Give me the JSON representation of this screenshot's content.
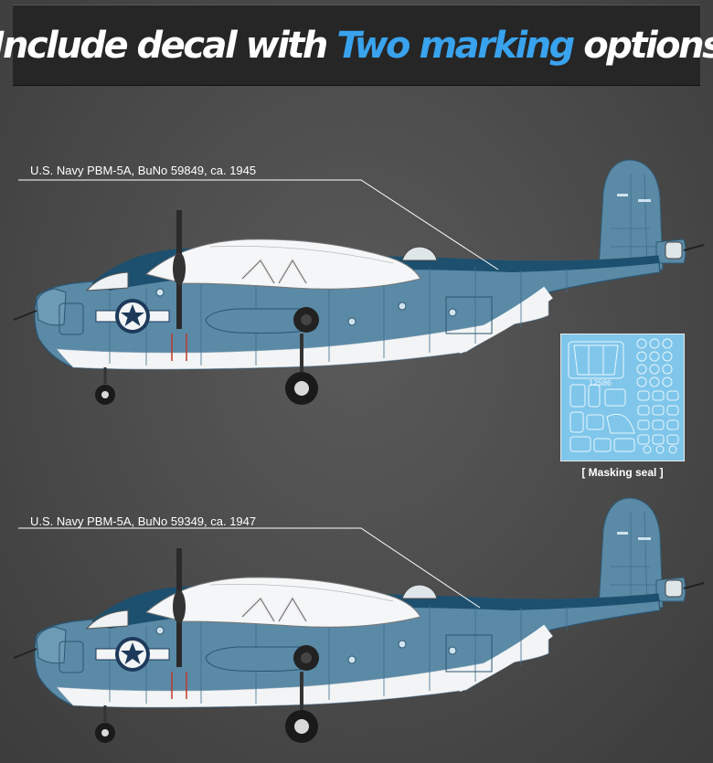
{
  "banner": {
    "title_part1": "Include decal with ",
    "title_highlight": "Two marking",
    "title_part2": " options"
  },
  "options": [
    {
      "label": "U.S. Navy PBM-5A, BuNo 59849, ca. 1945"
    },
    {
      "label": "U.S. Navy PBM-5A, BuNo 59349, ca. 1947"
    }
  ],
  "masking": {
    "caption": "[ Masking seal ]",
    "sheet_number": "12586"
  },
  "colors": {
    "navy_dark": "#1d4f6e",
    "navy_mid": "#5a8aa6",
    "white": "#f2f4f5",
    "highlight": "#39a3ee",
    "mask_blue": "#7fc6ea"
  }
}
